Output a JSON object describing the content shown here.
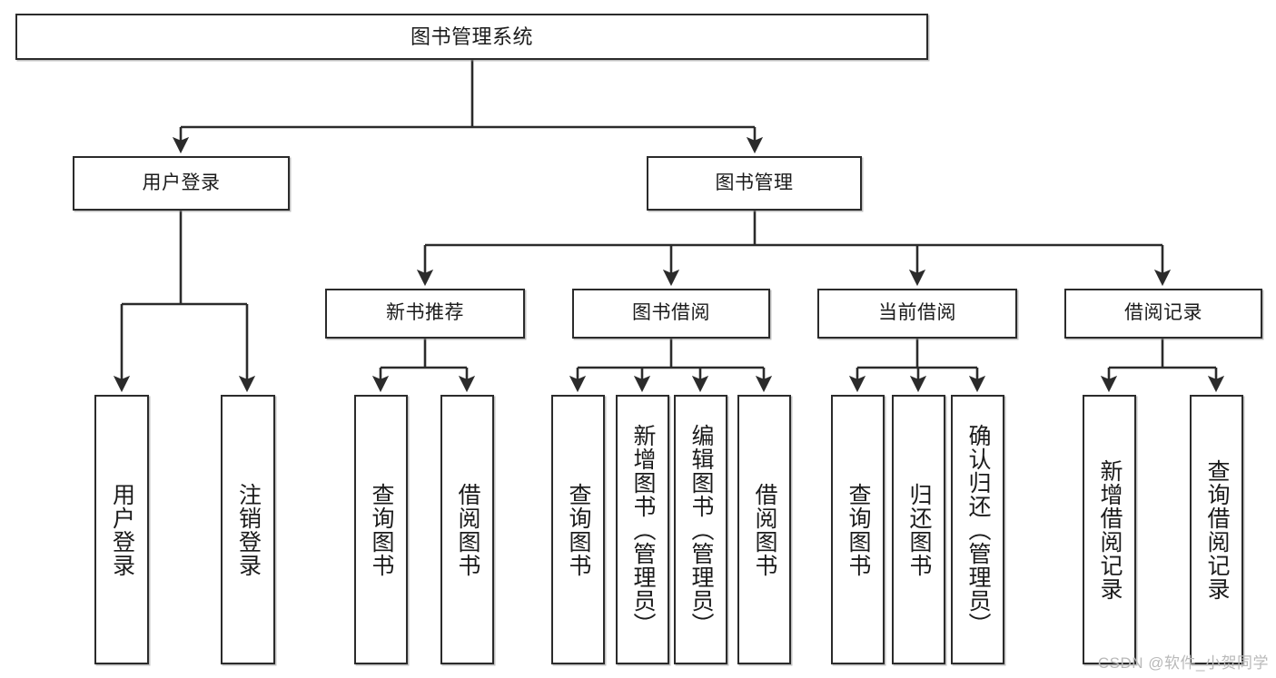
{
  "diagram": {
    "title": "图书管理系统",
    "type": "tree-hierarchy",
    "watermark": "CSDN @软件_小贺同学",
    "colors": {
      "border": "#2b2b2b",
      "background": "#ffffff",
      "text": "#1b1b1b",
      "edge": "#2b2b2b",
      "watermark": "#b9b9b9"
    },
    "levels": {
      "level1": [
        {
          "id": "root",
          "label": "图书管理系统"
        }
      ],
      "level2": [
        {
          "id": "user-login",
          "label": "用户登录"
        },
        {
          "id": "book-manage",
          "label": "图书管理"
        }
      ],
      "level3": [
        {
          "id": "new-book-rec",
          "label": "新书推荐"
        },
        {
          "id": "book-borrow",
          "label": "图书借阅"
        },
        {
          "id": "current-borrow",
          "label": "当前借阅"
        },
        {
          "id": "borrow-record",
          "label": "借阅记录"
        }
      ],
      "level4": [
        {
          "id": "leaf-user-login",
          "label": "用户登录",
          "parent": "user-login"
        },
        {
          "id": "leaf-user-logout",
          "label": "注销登录",
          "parent": "user-login"
        },
        {
          "id": "leaf-query-book-1",
          "label": "查询图书",
          "parent": "new-book-rec"
        },
        {
          "id": "leaf-borrow-book-1",
          "label": "借阅图书",
          "parent": "new-book-rec"
        },
        {
          "id": "leaf-query-book-2",
          "label": "查询图书",
          "parent": "book-borrow"
        },
        {
          "id": "leaf-add-book",
          "label": "新增图书（管理员）",
          "parent": "book-borrow"
        },
        {
          "id": "leaf-edit-book",
          "label": "编辑图书（管理员）",
          "parent": "book-borrow"
        },
        {
          "id": "leaf-borrow-book-2",
          "label": "借阅图书",
          "parent": "book-borrow"
        },
        {
          "id": "leaf-query-book-3",
          "label": "查询图书",
          "parent": "current-borrow"
        },
        {
          "id": "leaf-return-book",
          "label": "归还图书",
          "parent": "current-borrow"
        },
        {
          "id": "leaf-confirm-return",
          "label": "确认归还（管理员）",
          "parent": "current-borrow"
        },
        {
          "id": "leaf-add-record",
          "label": "新增借阅记录",
          "parent": "borrow-record"
        },
        {
          "id": "leaf-query-record",
          "label": "查询借阅记录",
          "parent": "borrow-record"
        }
      ]
    }
  }
}
